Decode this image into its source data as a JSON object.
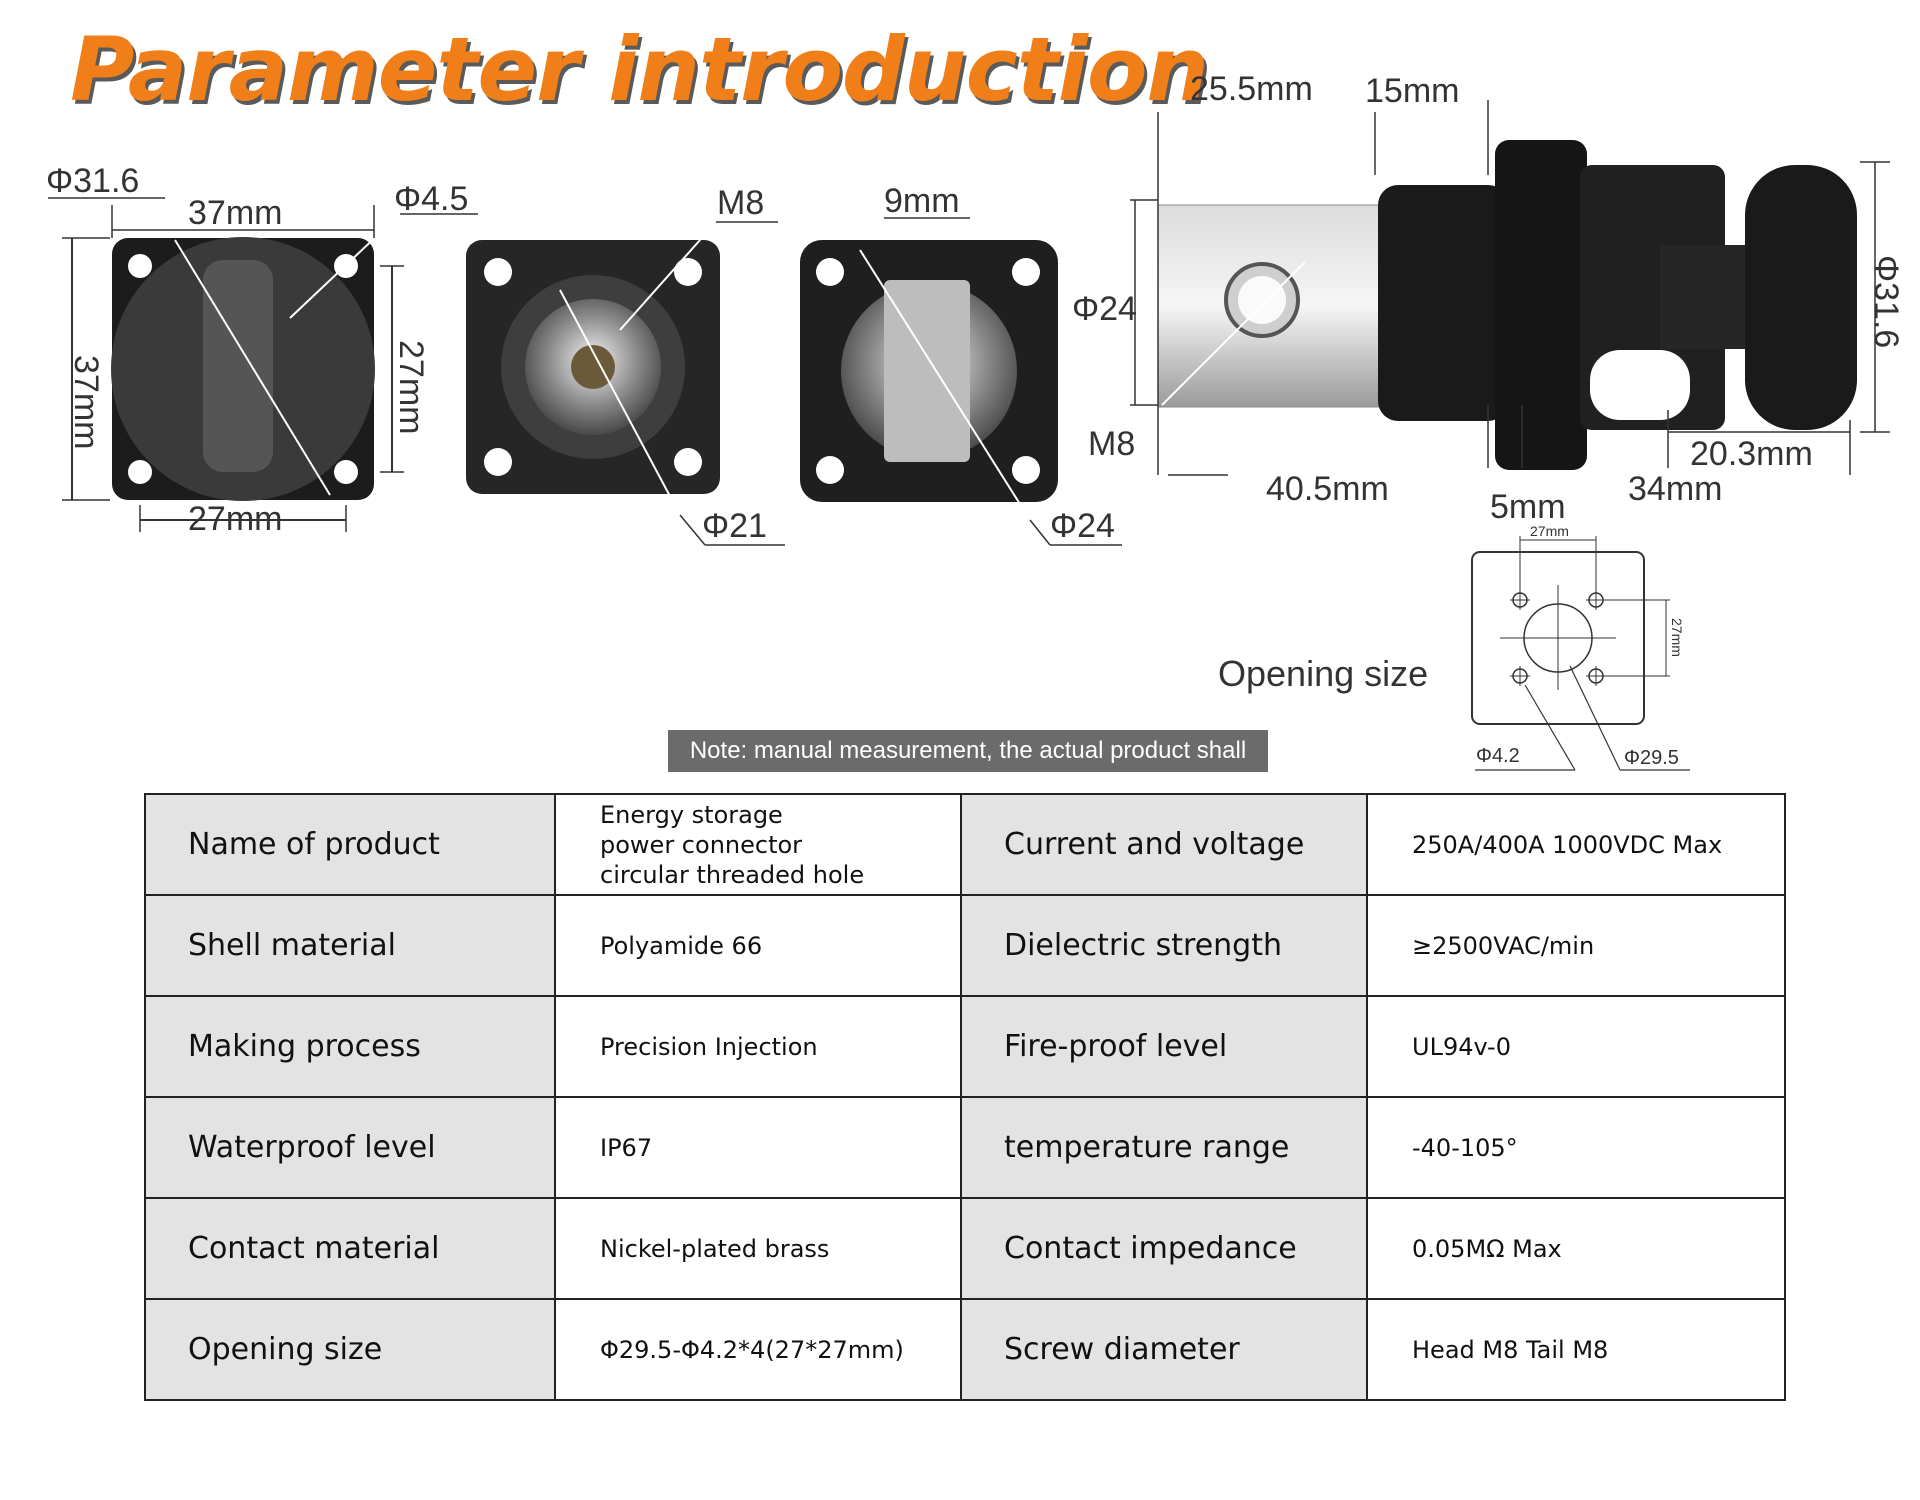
{
  "title": "Parameter introduction",
  "note": "Note: manual measurement, the actual product shall",
  "dimensions": {
    "front_view": {
      "diameter": "Φ31.6",
      "width": "37mm",
      "height": "37mm",
      "hole": "Φ4.5",
      "hole_spacing_v": "27mm",
      "hole_spacing_h": "27mm"
    },
    "thread_view": {
      "thread": "M8",
      "diameter": "Φ21"
    },
    "back_view": {
      "width": "9mm",
      "diameter": "Φ24"
    },
    "side_view": {
      "d1": "25.5mm",
      "d2": "15mm",
      "diameter_left": "Φ24",
      "thread": "M8",
      "length": "40.5mm",
      "flange": "5mm",
      "body": "34mm",
      "step": "20.3mm",
      "diameter_right": "Φ31.6"
    },
    "opening": {
      "label": "Opening size",
      "spacing_top": "27mm",
      "spacing_side": "27mm",
      "hole": "Φ4.2",
      "center": "Φ29.5"
    }
  },
  "specs": [
    {
      "label1": "Name of product",
      "value1": [
        "Energy storage",
        "power connector",
        "circular threaded hole"
      ],
      "label2": "Current and voltage",
      "value2": "250A/400A 1000VDC Max"
    },
    {
      "label1": "Shell material",
      "value1": [
        "Polyamide 66"
      ],
      "label2": "Dielectric strength",
      "value2": "≥2500VAC/min"
    },
    {
      "label1": "Making process",
      "value1": [
        "Precision Injection"
      ],
      "label2": "Fire-proof level",
      "value2": "UL94v-0"
    },
    {
      "label1": "Waterproof level",
      "value1": [
        "IP67"
      ],
      "label2": "temperature range",
      "value2": "-40-105°"
    },
    {
      "label1": "Contact material",
      "value1": [
        "Nickel-plated brass"
      ],
      "label2": "Contact impedance",
      "value2": "0.05MΩ Max"
    },
    {
      "label1": "Opening size",
      "value1": [
        "Φ29.5-Φ4.2*4(27*27mm)"
      ],
      "label2": "Screw diameter",
      "value2": "Head M8 Tail M8"
    }
  ]
}
